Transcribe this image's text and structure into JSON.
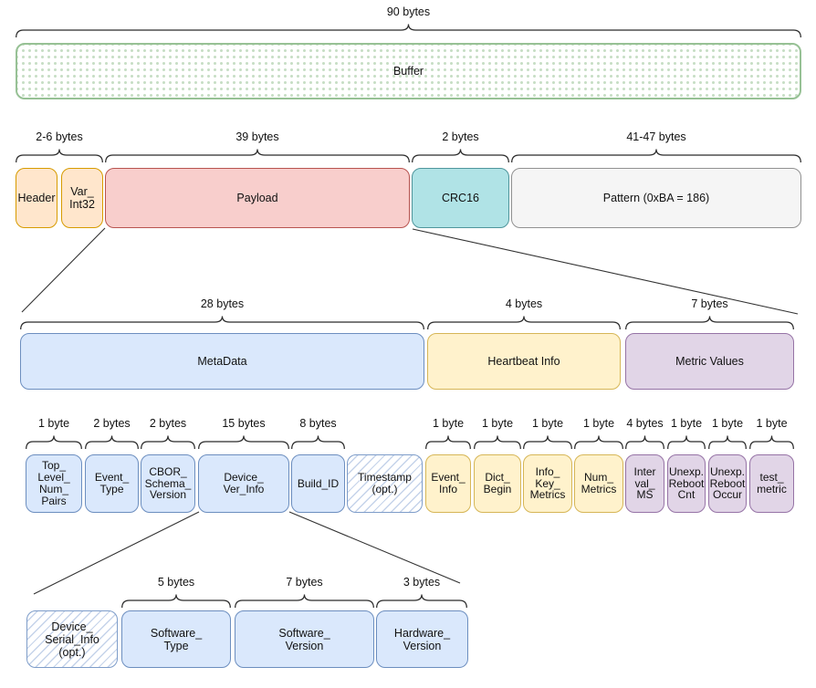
{
  "buffer_row": {
    "byte_label": "90 bytes",
    "box": "Buffer"
  },
  "packet_row": {
    "byte_labels": [
      "2-6 bytes",
      "39 bytes",
      "2 bytes",
      "41-47 bytes"
    ],
    "boxes": [
      "Header",
      "Var_\nInt32",
      "Payload",
      "CRC16",
      "Pattern (0xBA = 186)"
    ]
  },
  "payload_row": {
    "byte_labels": [
      "28 bytes",
      "4 bytes",
      "7 bytes"
    ],
    "boxes": [
      "MetaData",
      "Heartbeat Info",
      "Metric Values"
    ]
  },
  "fields_row": {
    "byte_labels": [
      "1 byte",
      "2 bytes",
      "2 bytes",
      "15 bytes",
      "8 bytes",
      "1 byte",
      "1 byte",
      "1 byte",
      "1 byte",
      "4 bytes",
      "1 byte",
      "1 byte",
      "1 byte"
    ],
    "boxes": [
      "Top_\nLevel_\nNum_\nPairs",
      "Event_\nType",
      "CBOR_\nSchema_\nVersion",
      "Device_\nVer_Info",
      "Build_ID",
      "Timestamp\n(opt.)",
      "Event_\nInfo",
      "Dict_\nBegin",
      "Info_\nKey_\nMetrics",
      "Num_\nMetrics",
      "Inter\nval_\nMS",
      "Unexp.\nReboot\nCnt",
      "Unexp.\nReboot\nOccur",
      "test_\nmetric"
    ]
  },
  "device_ver_row": {
    "byte_labels": [
      "5 bytes",
      "7 bytes",
      "3 bytes"
    ],
    "boxes": [
      "Device_\nSerial_Info\n(opt.)",
      "Software_\nType",
      "Software_\nVersion",
      "Hardware_\nVersion"
    ]
  },
  "colors": {
    "orange_fill": "#FFE6CC",
    "orange_stroke": "#D79B00",
    "red_fill": "#F8CECC",
    "red_stroke": "#B85450",
    "teal_fill": "#B0E3E6",
    "teal_stroke": "#4F969C",
    "gray_fill": "#F5F5F5",
    "gray_stroke": "#919191",
    "blue_fill": "#DAE8FC",
    "blue_stroke": "#6C8EBF",
    "yellow_fill": "#FFF2CC",
    "yellow_stroke": "#D6B656",
    "purple_fill": "#E1D5E7",
    "purple_stroke": "#9673A6",
    "green_stroke": "#97C195"
  }
}
